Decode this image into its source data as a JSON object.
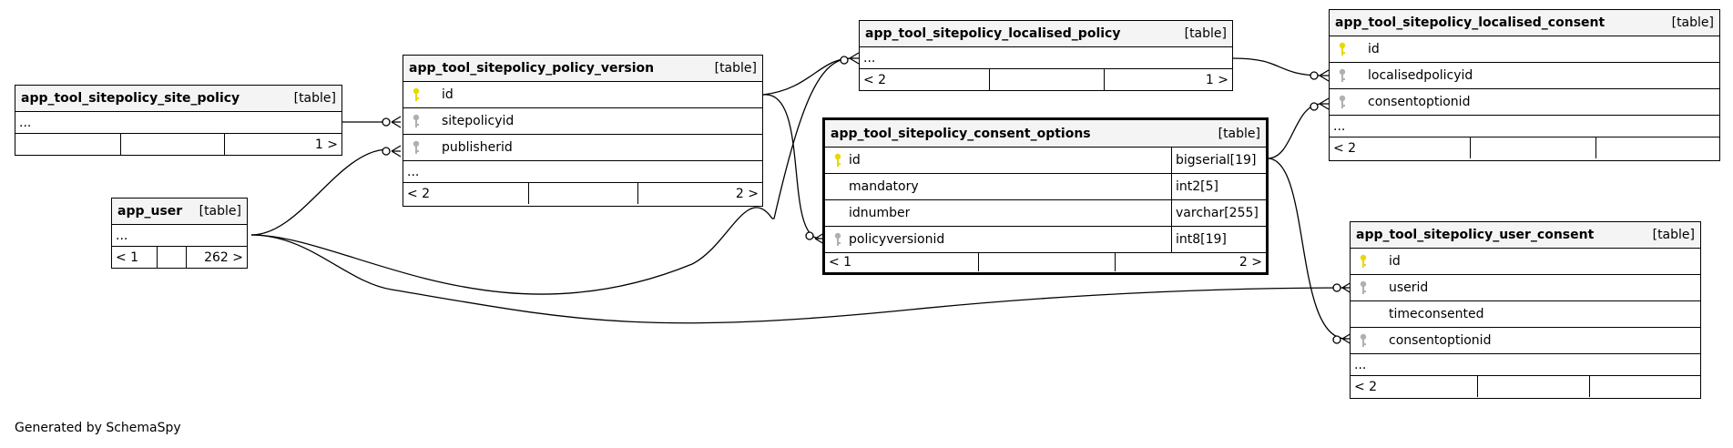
{
  "tables": {
    "site_policy": {
      "name": "app_tool_sitepolicy_site_policy",
      "type": "[table]",
      "ellipsis": "...",
      "nav_next": "1 >"
    },
    "policy_version": {
      "name": "app_tool_sitepolicy_policy_version",
      "type": "[table]",
      "cols": [
        "id",
        "sitepolicyid",
        "publisherid"
      ],
      "ellipsis": "...",
      "nav_prev": "< 2",
      "nav_next": "2 >"
    },
    "app_user": {
      "name": "app_user",
      "type": "[table]",
      "ellipsis": "...",
      "nav_prev": "< 1",
      "nav_next": "262 >"
    },
    "localised_policy": {
      "name": "app_tool_sitepolicy_localised_policy",
      "type": "[table]",
      "ellipsis": "...",
      "nav_prev": "< 2",
      "nav_next": "1 >"
    },
    "consent_options": {
      "name": "app_tool_sitepolicy_consent_options",
      "type": "[table]",
      "cols": [
        {
          "name": "id",
          "type": "bigserial[19]"
        },
        {
          "name": "mandatory",
          "type": "int2[5]"
        },
        {
          "name": "idnumber",
          "type": "varchar[255]"
        },
        {
          "name": "policyversionid",
          "type": "int8[19]"
        }
      ],
      "nav_prev": "< 1",
      "nav_next": "2 >"
    },
    "localised_consent": {
      "name": "app_tool_sitepolicy_localised_consent",
      "type": "[table]",
      "cols": [
        "id",
        "localisedpolicyid",
        "consentoptionid"
      ],
      "ellipsis": "...",
      "nav_prev": "< 2"
    },
    "user_consent": {
      "name": "app_tool_sitepolicy_user_consent",
      "type": "[table]",
      "cols": [
        "id",
        "userid",
        "timeconsented",
        "consentoptionid"
      ],
      "ellipsis": "...",
      "nav_prev": "< 2"
    }
  },
  "footer": "Generated by SchemaSpy",
  "colors": {
    "primary_key": "#e8d800",
    "foreign_key": "#b0b0b0",
    "header_bg": "#f4f4f4"
  }
}
